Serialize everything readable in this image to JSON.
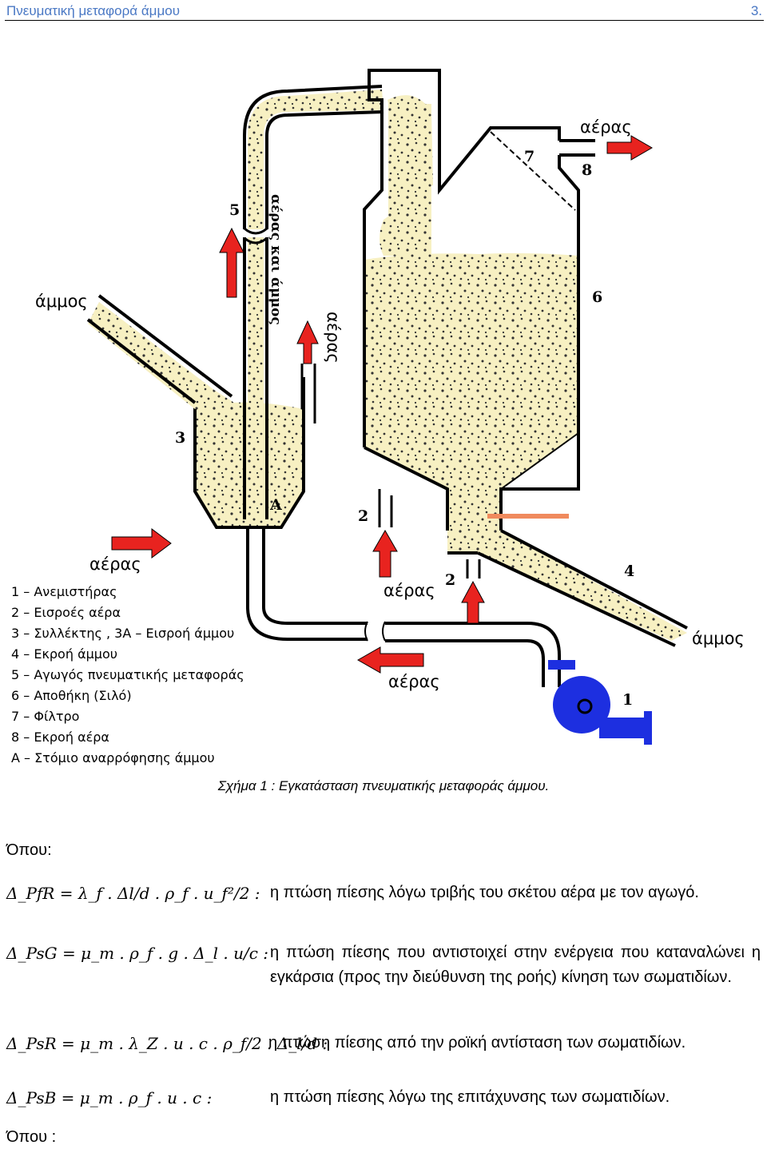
{
  "header": {
    "title": "Πνευματική μεταφορά άμμου",
    "page": "3."
  },
  "figure": {
    "labels": {
      "ammos_left": "άμμος",
      "ammos_right": "άμμος",
      "aeras_fan_in": "αέρας",
      "aeras_bottom_arrow": "αέρας",
      "aeras_silo_in": "αέρας",
      "aeras_out": "αέρας",
      "aeras_vertical": "αέρας",
      "pipe_text": "αέρας και άμμος",
      "num_1": "1",
      "num_2a": "2",
      "num_2b": "2",
      "num_3": "3",
      "num_4": "4",
      "num_5": "5",
      "num_6": "6",
      "num_7": "7",
      "num_8": "8",
      "letter_A": "A"
    },
    "legend": [
      "1 – Ανεμιστήρας",
      "2 – Εισροές αέρα",
      "3 – Συλλέκτης , 3Α – Εισροή άμμου",
      "4 – Εκροή άμμου",
      "5 – Αγωγός πνευματικής μεταφοράς",
      "6 – Αποθήκη (Σιλό)",
      "7 – Φίλτρο",
      "8 – Εκροή αέρα",
      "Α – Στόμιο αναρρόφησης άμμου"
    ],
    "caption": "Σχήμα 1 : Εγκατάσταση πνευματικής μεταφοράς άμμου.",
    "colors": {
      "sand": "#f7f0c2",
      "arrow": "#e8231f",
      "fan": "#1d2fe0",
      "pipe_outline": "#000000",
      "orange_bar": "#f08a5d"
    }
  },
  "section": {
    "where_label": "Όπου:",
    "equations": [
      {
        "lhs": "Δ_PfR = λ_f . Δl/d . ρ_f . u_f²/2 :",
        "desc": "η πτώση πίεσης λόγω τριβής του σκέτου αέρα με τον αγωγό."
      },
      {
        "lhs": "Δ_PsG = μ_m . ρ_f . g . Δ_l . u/c :",
        "desc": "η πτώση πίεσης που αντιστοιχεί στην ενέργεια που καταναλώνει η εγκάρσια (προς την διεύθυνση της ροής) κίνηση των σωματιδίων."
      },
      {
        "lhs": "Δ_PsR = μ_m . λ_Z . u . c . ρ_f/2 . Δ_l/d :",
        "desc": "η πτώση πίεσης από την ροϊκή αντίσταση των σωματιδίων."
      },
      {
        "lhs": "Δ_PsB = μ_m . ρ_f . u . c :",
        "desc": "η πτώση πίεσης λόγω της επιτάχυνσης των σωματιδίων."
      }
    ],
    "where_label_2": "Όπου :"
  }
}
